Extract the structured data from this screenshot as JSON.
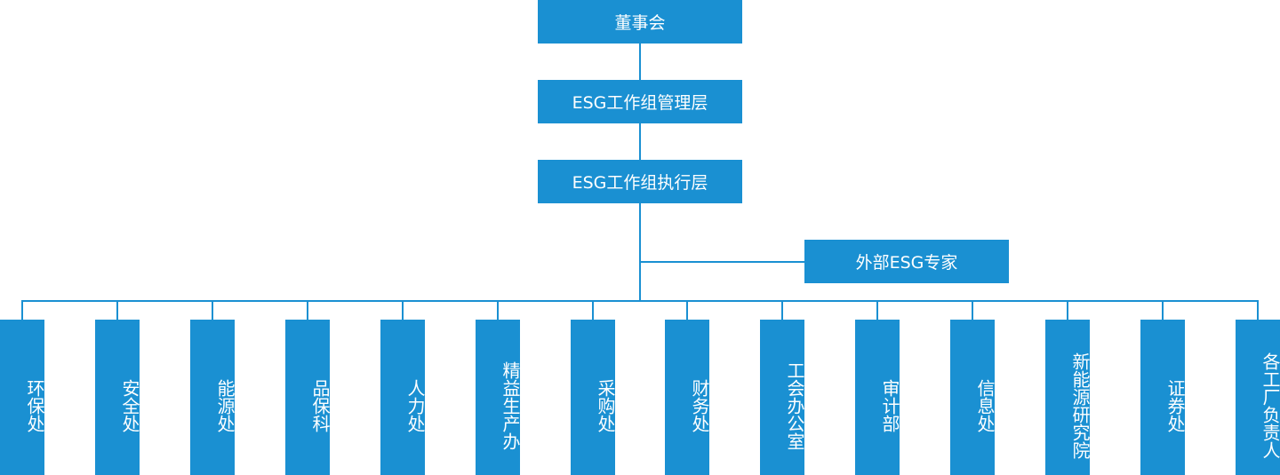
{
  "levels": {
    "board": "董事会",
    "management": "ESG工作组管理层",
    "execution": "ESG工作组执行层",
    "external": "外部ESG专家"
  },
  "departments": [
    "环保处",
    "安全处",
    "能源处",
    "品保科",
    "人力处",
    "精益生产办",
    "采购处",
    "财务处",
    "工会办公室",
    "审计部",
    "信息处",
    "新能源研究院",
    "证券处",
    "各工厂负责人"
  ],
  "colors": {
    "box": "#1a90d2",
    "line": "#1a90d2",
    "text": "#ffffff"
  }
}
